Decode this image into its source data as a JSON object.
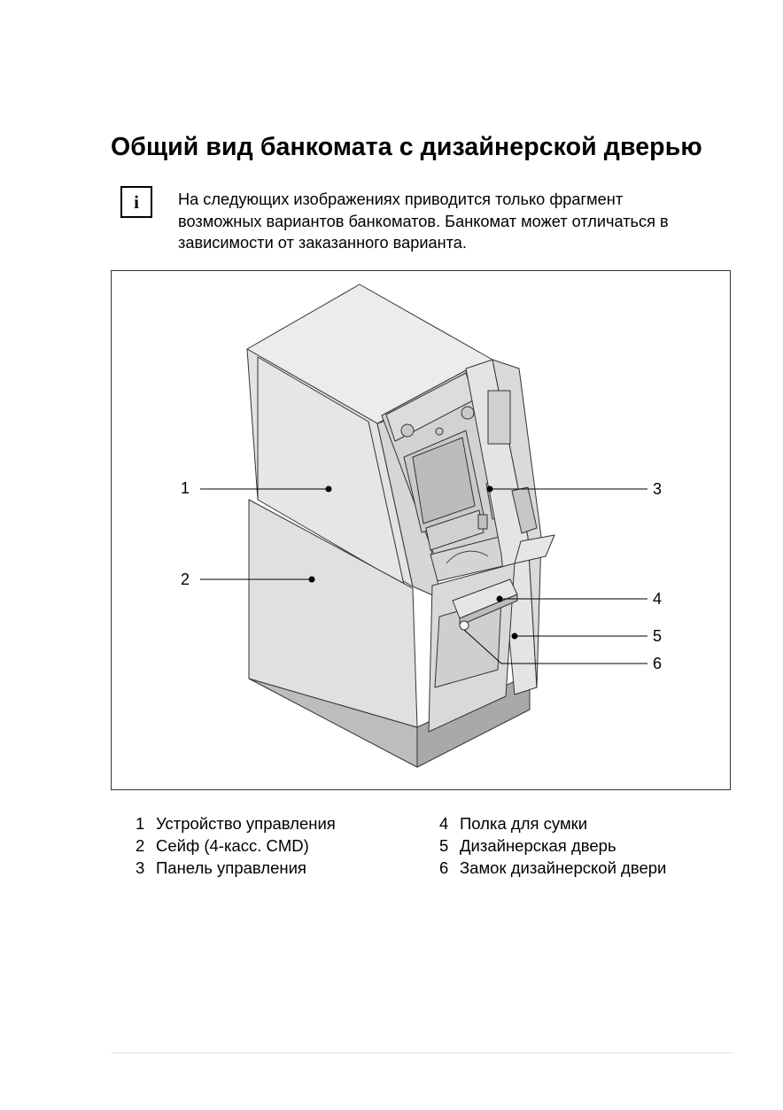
{
  "title": "Общий вид банкомата с дизайнерской дверью",
  "info_icon": {
    "glyph": "i",
    "icon": "info-icon"
  },
  "note_lines": [
    "На следующих изображениях приводится только фрагмент",
    "возможных вариантов банкоматов. Банкомат может отличаться в",
    "зависимости от заказанного варианта."
  ],
  "callouts": [
    "1",
    "2",
    "3",
    "4",
    "5",
    "6"
  ],
  "legend": [
    {
      "num": "1",
      "text": "Устройство управления"
    },
    {
      "num": "2",
      "text": "Сейф (4-касс. CMD)"
    },
    {
      "num": "3",
      "text": "Панель управления"
    },
    {
      "num": "4",
      "text": "Полка для сумки"
    },
    {
      "num": "5",
      "text": "Дизайнерская дверь"
    },
    {
      "num": "6",
      "text": "Замок дизайнерской двери"
    }
  ]
}
